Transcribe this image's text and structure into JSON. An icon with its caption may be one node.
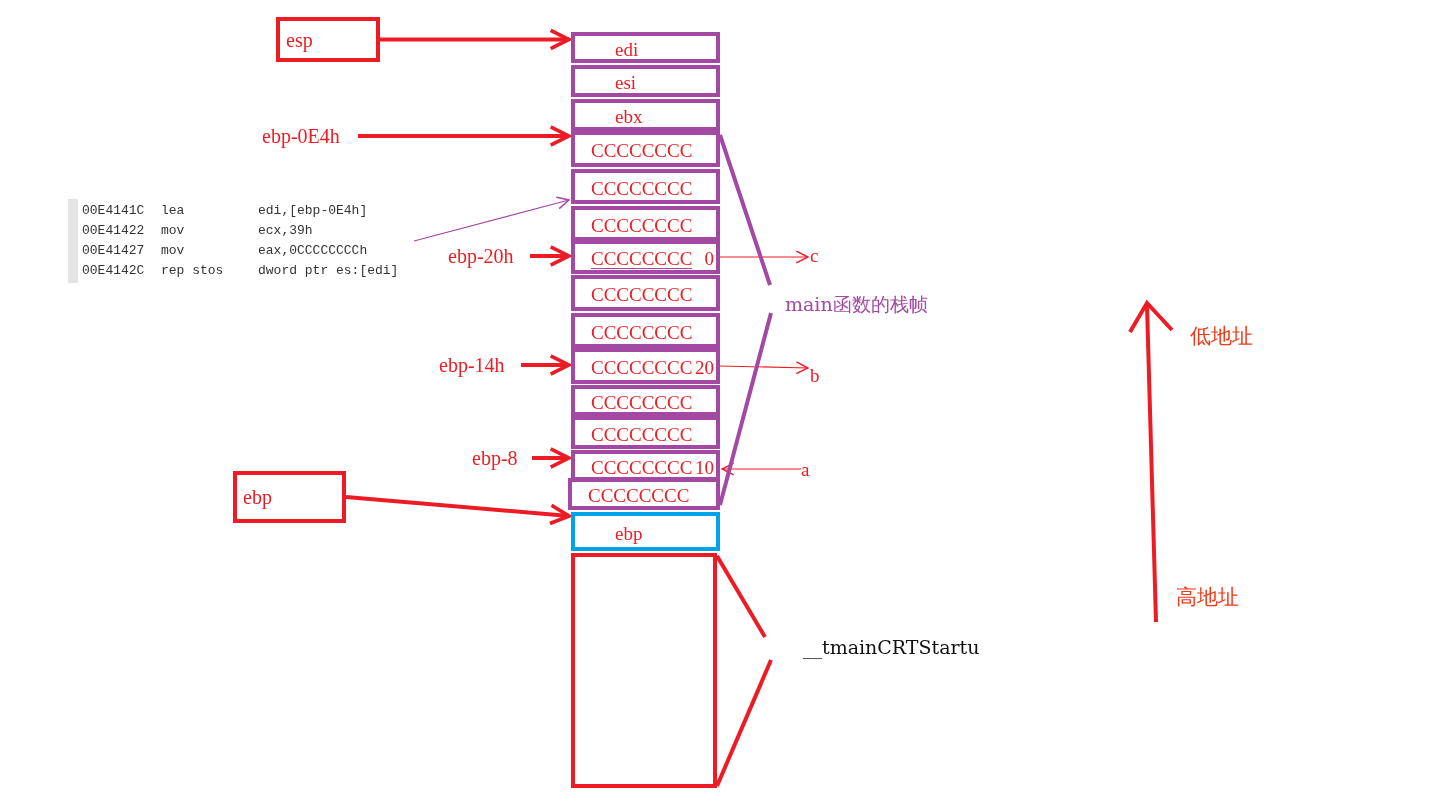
{
  "diagram": {
    "nodes": [
      {
        "text": [
          "edi"
        ]
      },
      {
        "text": [
          "esi"
        ]
      },
      {
        "text": [
          "ebx"
        ]
      },
      {
        "text": [
          "CCCCCCCC"
        ]
      },
      {
        "text": [
          "CCCCCCCC"
        ]
      },
      {
        "text": [
          "CCCCCCCC"
        ]
      },
      {
        "text": [
          "CCCCCCCC",
          "0"
        ]
      },
      {
        "text": [
          "CCCCCCCC"
        ]
      },
      {
        "text": [
          "CCCCCCCC"
        ]
      },
      {
        "text": [
          "CCCCCCCC",
          "20"
        ]
      },
      {
        "text": [
          "CCCCCCCC"
        ]
      },
      {
        "text": [
          "CCCCCCCC"
        ]
      },
      {
        "text": [
          "CCCCCCCC",
          "10"
        ]
      },
      {
        "text": [
          "CCCCCCCC"
        ]
      },
      {
        "text": [
          "ebp"
        ]
      },
      {
        "text": [],
        "shape": "box"
      },
      {
        "text": [
          "esp"
        ]
      },
      {
        "text": [
          "ebp-0E4h"
        ]
      },
      {
        "text": [
          "ebp-20h"
        ]
      },
      {
        "text": [
          "ebp-14h"
        ]
      },
      {
        "text": [
          "ebp-8"
        ]
      },
      {
        "text": [
          "ebp"
        ]
      },
      {
        "text": [
          "00E4141C",
          "lea",
          "edi,[ebp-0E4h]",
          "00E41422",
          "mov",
          "ecx,39h",
          "00E41427",
          "mov",
          "eax,0CCCCCCCCh",
          "00E4142C",
          "rep stos",
          "dword ptr es:[edi]"
        ]
      },
      {
        "text": [
          "c"
        ]
      },
      {
        "text": [
          "b"
        ]
      },
      {
        "text": [
          "a"
        ]
      }
    ],
    "edges": [
      {
        "from": 16,
        "to": 0,
        "arrow": "to"
      },
      {
        "from": 17,
        "to": 3,
        "arrow": "to"
      },
      {
        "from": 22,
        "to": 4,
        "arrow": "to",
        "color": "#a349a4"
      },
      {
        "from": 18,
        "to": 6,
        "arrow": "to"
      },
      {
        "from": 19,
        "to": 9,
        "arrow": "to"
      },
      {
        "from": 20,
        "to": 12,
        "arrow": "to"
      },
      {
        "from": 21,
        "to": 14,
        "arrow": "to"
      },
      {
        "from": 6,
        "to": 23,
        "arrow": "to"
      },
      {
        "from": 9,
        "to": 24,
        "arrow": "to"
      },
      {
        "from": 25,
        "to": 12,
        "arrow": "to"
      }
    ],
    "labels": [
      "main函数的栈帧",
      "__tmainCRTStartu",
      "低地址",
      "高地址"
    ]
  }
}
